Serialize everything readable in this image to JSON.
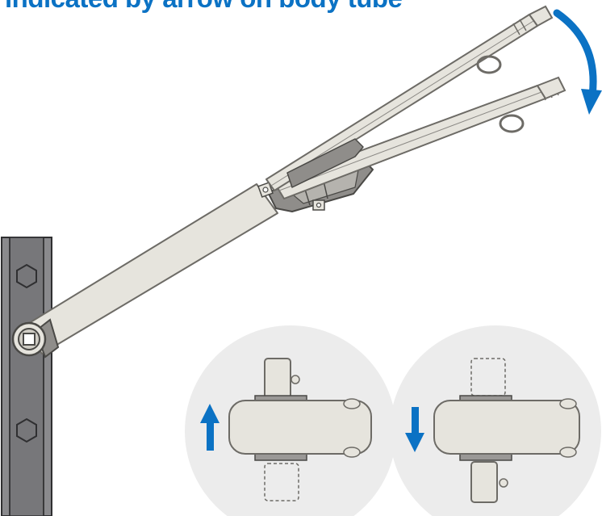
{
  "heading": {
    "text": "indicated by arrow on body tube"
  },
  "colors": {
    "accent_blue": "#0b72c4",
    "tool_fill": "#e6e4dd",
    "tool_stroke": "#6d6b66",
    "beam_fill": "#77777a",
    "detail_circle": "#ececec",
    "head_grip": "#9a9896"
  },
  "icons": {
    "rotation_arrow": "curved-arrow-clockwise-icon",
    "direction_up": "arrow-up-icon",
    "direction_down": "arrow-down-icon",
    "bolts": "hex-bolt-icon"
  },
  "detail_views": [
    {
      "id": "left",
      "direction": "up",
      "drive_side": "top"
    },
    {
      "id": "right",
      "direction": "down",
      "drive_side": "bottom"
    }
  ]
}
